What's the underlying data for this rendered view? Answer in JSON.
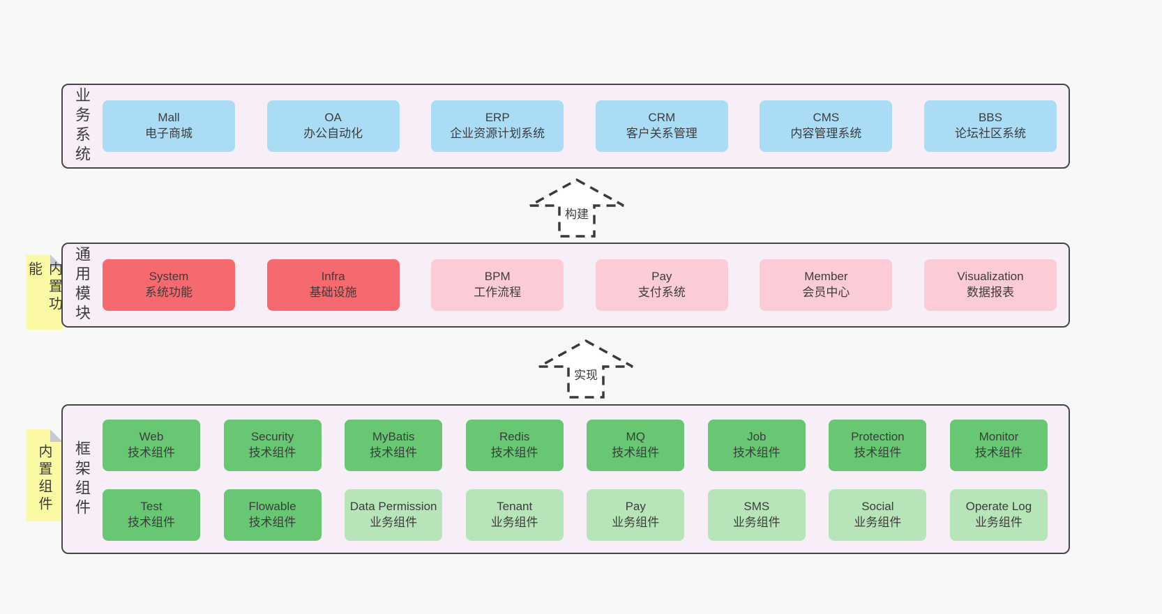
{
  "colors": {
    "page_background": "#f8f8f8",
    "layer_background": "#f8eef7",
    "layer_border": "#464646",
    "box_blue": "#abdcf6",
    "box_red": "#f5696f",
    "box_pink": "#fbccd6",
    "box_green": "#67c773",
    "box_green_light": "#b8e4ba",
    "sticky_yellow": "#fbf9a4",
    "sticky_fold_gray": "#c9c9d1",
    "text": "#3c3c3c"
  },
  "arrows": [
    {
      "label": "构建"
    },
    {
      "label": "实现"
    }
  ],
  "bands": [
    {
      "label": "业务系统",
      "boxes": [
        {
          "name": "Mall",
          "desc": "电子商城"
        },
        {
          "name": "OA",
          "desc": "办公自动化"
        },
        {
          "name": "ERP",
          "desc": "企业资源计划系统"
        },
        {
          "name": "CRM",
          "desc": "客户关系管理"
        },
        {
          "name": "CMS",
          "desc": "内容管理系统"
        },
        {
          "name": "BBS",
          "desc": "论坛社区系统"
        }
      ]
    },
    {
      "label": "通用模块",
      "sticky": "内置功能",
      "boxes": [
        {
          "name": "System",
          "desc": "系统功能"
        },
        {
          "name": "Infra",
          "desc": "基础设施"
        },
        {
          "name": "BPM",
          "desc": "工作流程"
        },
        {
          "name": "Pay",
          "desc": "支付系统"
        },
        {
          "name": "Member",
          "desc": "会员中心"
        },
        {
          "name": "Visualization",
          "desc": "数据报表"
        }
      ]
    },
    {
      "label": "框架组件",
      "sticky": "内置组件",
      "rows": [
        [
          {
            "name": "Web",
            "desc": "技术组件"
          },
          {
            "name": "Security",
            "desc": "技术组件"
          },
          {
            "name": "MyBatis",
            "desc": "技术组件"
          },
          {
            "name": "Redis",
            "desc": "技术组件"
          },
          {
            "name": "MQ",
            "desc": "技术组件"
          },
          {
            "name": "Job",
            "desc": "技术组件"
          },
          {
            "name": "Protection",
            "desc": "技术组件"
          },
          {
            "name": "Monitor",
            "desc": "技术组件"
          }
        ],
        [
          {
            "name": "Test",
            "desc": "技术组件"
          },
          {
            "name": "Flowable",
            "desc": "技术组件"
          },
          {
            "name": "Data Permission",
            "desc": "业务组件"
          },
          {
            "name": "Tenant",
            "desc": "业务组件"
          },
          {
            "name": "Pay",
            "desc": "业务组件"
          },
          {
            "name": "SMS",
            "desc": "业务组件"
          },
          {
            "name": "Social",
            "desc": "业务组件"
          },
          {
            "name": "Operate Log",
            "desc": "业务组件"
          }
        ]
      ]
    }
  ]
}
